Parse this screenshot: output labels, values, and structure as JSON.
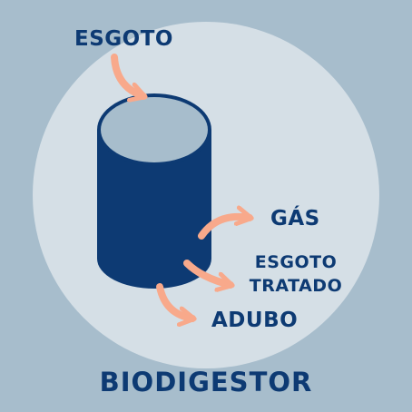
{
  "colors": {
    "background": "#a7bdcc",
    "circle": "#d5dfe6",
    "tank": "#0d3a73",
    "tank_top": "#a7bdcc",
    "arrow": "#f8a98b",
    "text": "#0d3a73"
  },
  "labels": {
    "input": "ESGOTO",
    "gas": "GÁS",
    "treated_line1": "ESGOTO",
    "treated_line2": "TRATADO",
    "fertilizer": "ADUBO"
  },
  "title": "BIODIGESTOR"
}
